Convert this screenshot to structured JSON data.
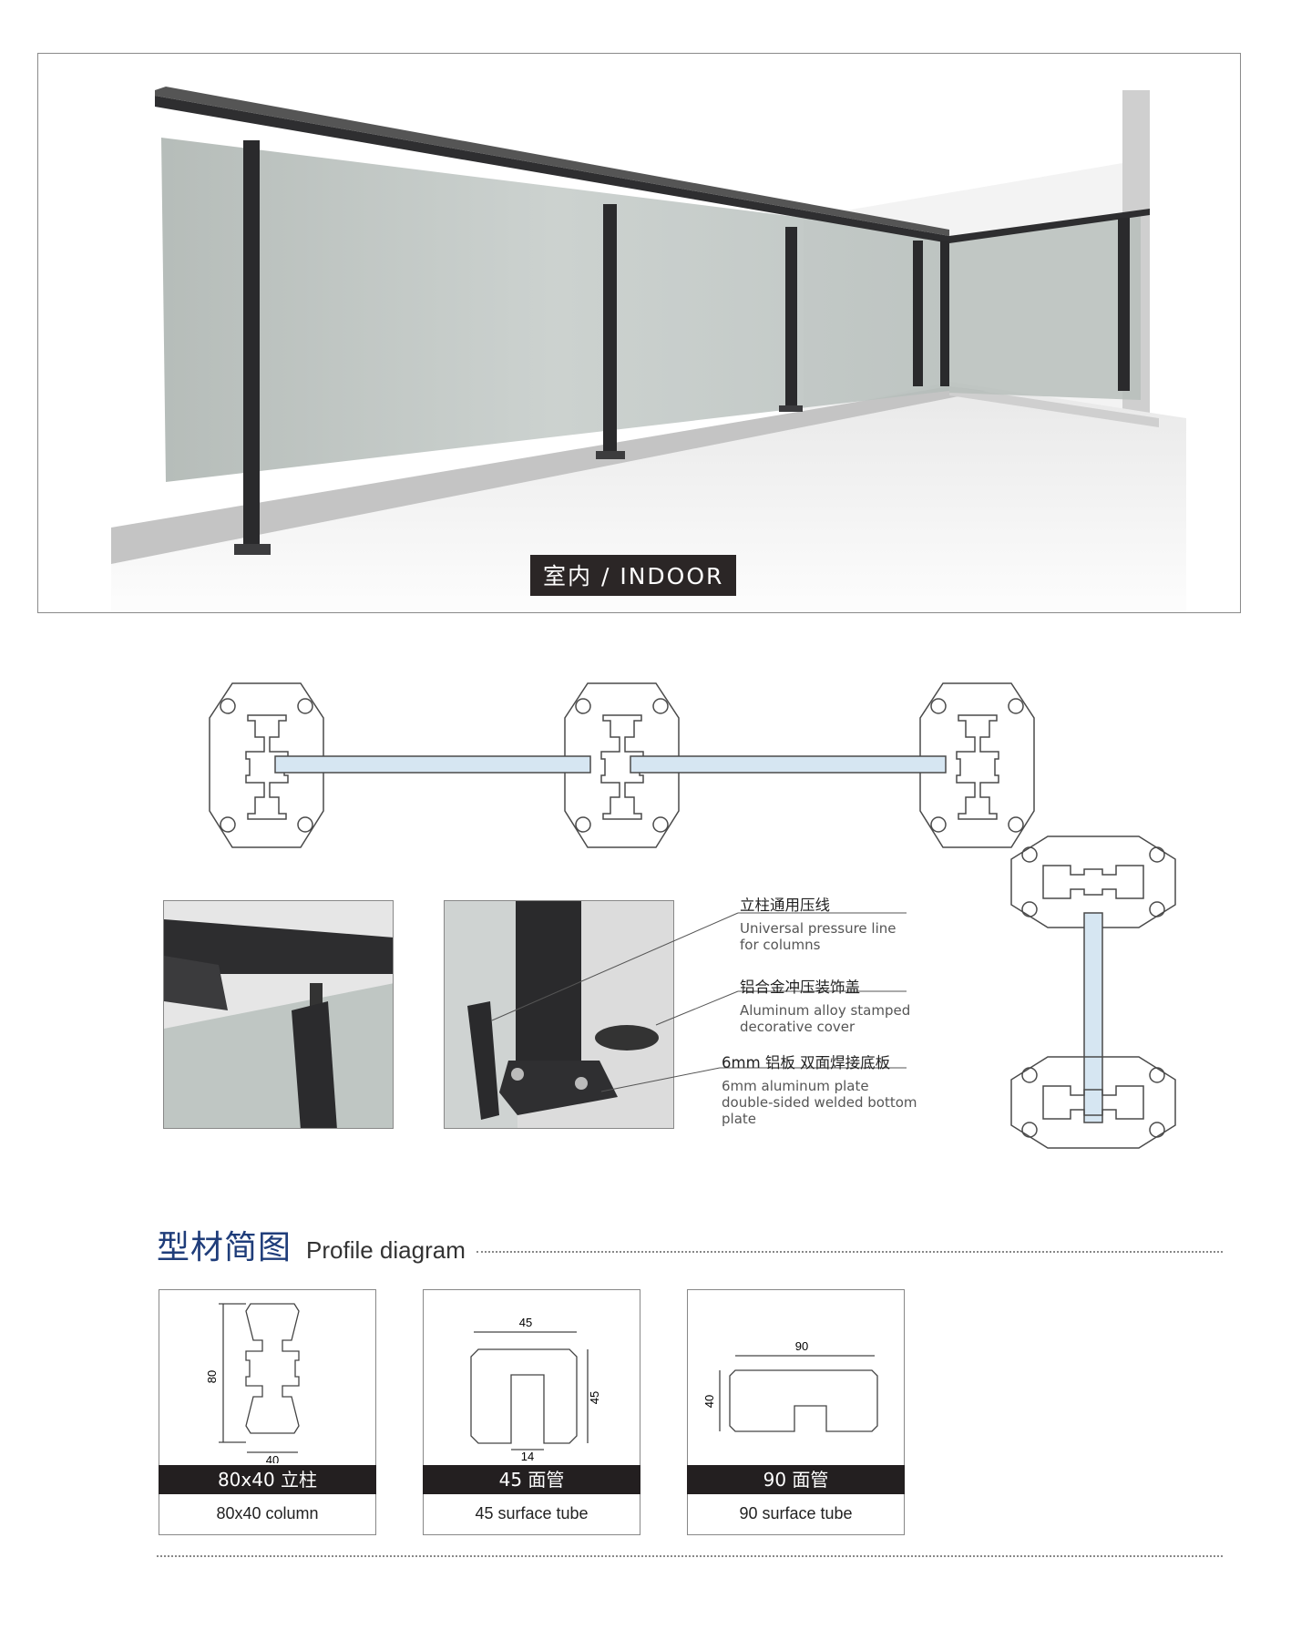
{
  "hero": {
    "badge": "室内 / INDOOR"
  },
  "callouts": [
    {
      "zh": "立柱通用压线",
      "en1": "Universal pressure line",
      "en2": "for columns",
      "en3": ""
    },
    {
      "zh": "铝合金冲压装饰盖",
      "en1": "Aluminum alloy stamped",
      "en2": "decorative cover",
      "en3": ""
    },
    {
      "zh": "6mm 铝板 双面焊接底板",
      "en1": "6mm aluminum plate",
      "en2": "double-sided welded bottom",
      "en3": "plate"
    }
  ],
  "profile": {
    "title_zh": "型材简图",
    "title_en": "Profile diagram",
    "cards": [
      {
        "cap_zh": "80x40 立柱",
        "cap_en": "80x40 column",
        "dims": [
          "80",
          "40"
        ]
      },
      {
        "cap_zh": "45 面管",
        "cap_en": "45 surface tube",
        "dims": [
          "45",
          "45",
          "14"
        ]
      },
      {
        "cap_zh": "90 面管",
        "cap_en": "90 surface tube",
        "dims": [
          "90",
          "40"
        ]
      }
    ]
  },
  "colors": {
    "title_blue": "#1f3d7a",
    "caption_bar": "#231f20",
    "glass": "#c9d7e6",
    "rail": "#2e2e30"
  }
}
